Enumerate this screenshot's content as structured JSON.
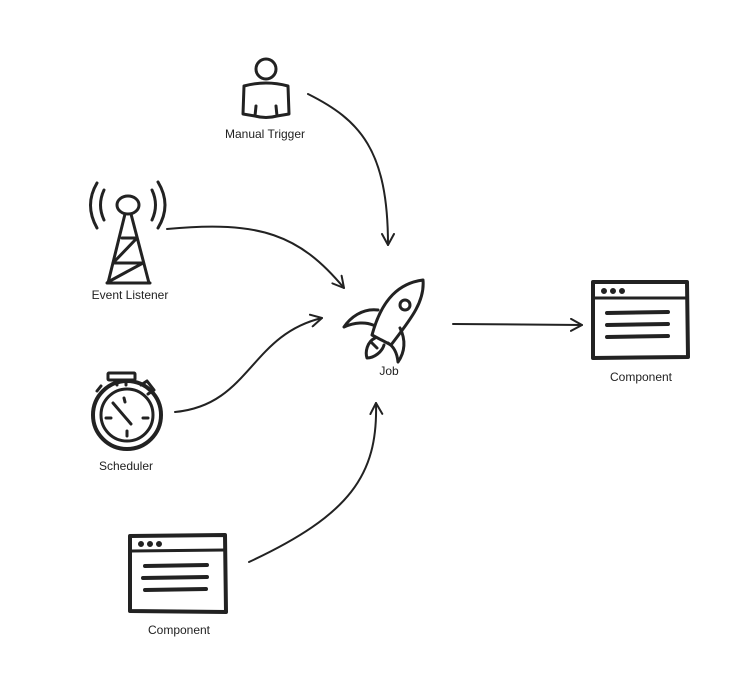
{
  "nodes": {
    "manual_trigger": {
      "label": "Manual Trigger",
      "icon": "person-icon"
    },
    "event_listener": {
      "label": "Event Listener",
      "icon": "radio-tower-icon"
    },
    "scheduler": {
      "label": "Scheduler",
      "icon": "stopwatch-icon"
    },
    "component_source": {
      "label": "Component",
      "icon": "browser-window-icon"
    },
    "job": {
      "label": "Job",
      "icon": "rocket-icon"
    },
    "component_target": {
      "label": "Component",
      "icon": "browser-window-icon"
    }
  },
  "edges": [
    {
      "from": "Manual Trigger",
      "to": "Job"
    },
    {
      "from": "Event Listener",
      "to": "Job"
    },
    {
      "from": "Scheduler",
      "to": "Job"
    },
    {
      "from": "Component",
      "to": "Job"
    },
    {
      "from": "Job",
      "to": "Component"
    }
  ],
  "colors": {
    "stroke": "#222222",
    "background": "#ffffff"
  }
}
